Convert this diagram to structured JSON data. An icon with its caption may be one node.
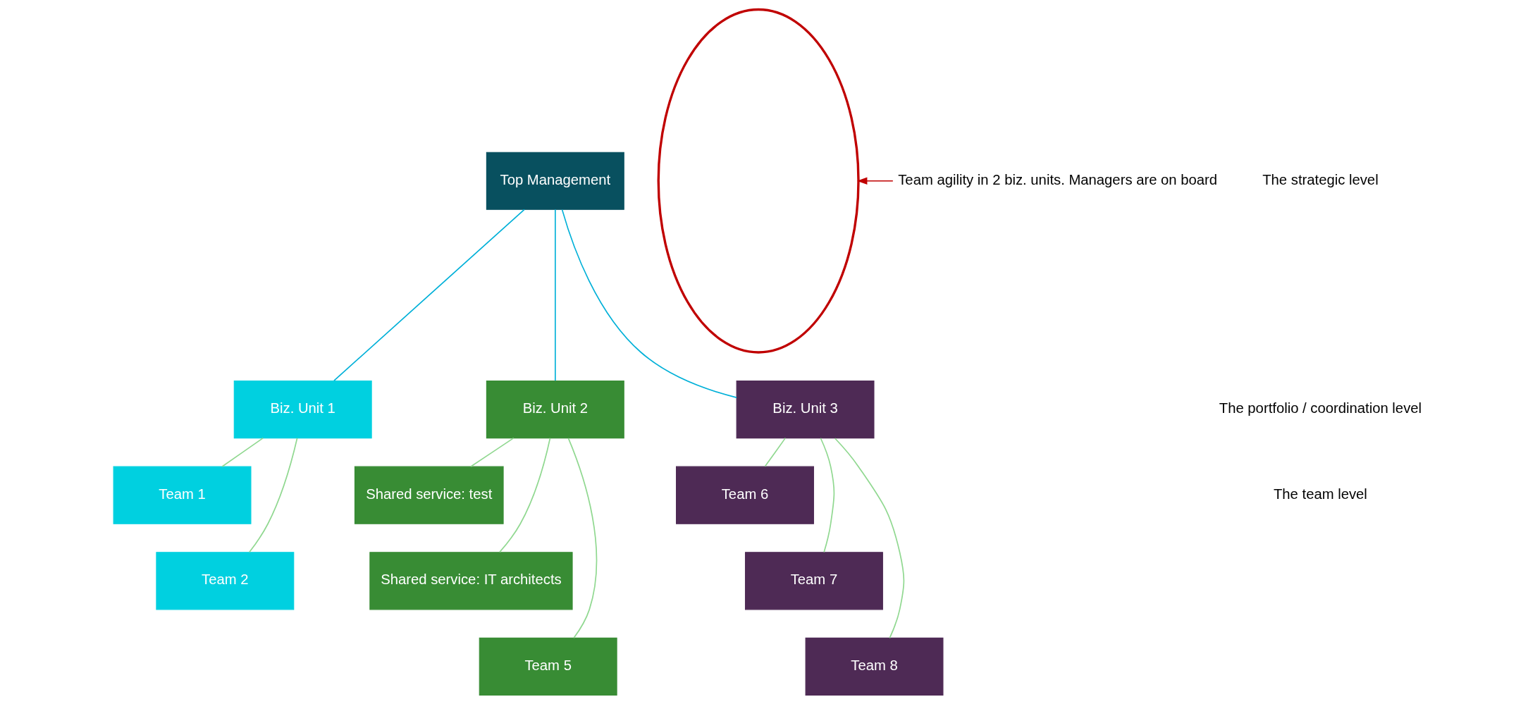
{
  "diagram": {
    "nodes": [
      {
        "text": [
          "Top Management"
        ]
      },
      {
        "text": [
          "Biz. Unit 1"
        ]
      },
      {
        "text": [
          "Biz. Unit 2"
        ]
      },
      {
        "text": [
          "Biz. Unit 3"
        ]
      },
      {
        "text": [
          "Team 1"
        ]
      },
      {
        "text": [
          "Team 2"
        ]
      },
      {
        "text": [
          "Shared service: test"
        ]
      },
      {
        "text": [
          "Shared service: IT architects"
        ]
      },
      {
        "text": [
          "Team 5"
        ]
      },
      {
        "text": [
          "Team 6"
        ]
      },
      {
        "text": [
          "Team 7"
        ]
      },
      {
        "text": [
          "Team 8"
        ]
      },
      {
        "text": [],
        "shape": "ellipse"
      },
      {
        "text": [
          "Team agility in 2 biz. units. Managers are on board"
        ]
      }
    ],
    "edges": [
      {
        "from": 0,
        "to": 1,
        "arrow": "none",
        "color": "#00b0d8"
      },
      {
        "from": 0,
        "to": 2,
        "arrow": "none",
        "color": "#00b0d8"
      },
      {
        "from": 0,
        "to": 3,
        "arrow": "none",
        "color": "#00b0d8"
      },
      {
        "from": 1,
        "to": 4,
        "arrow": "none"
      },
      {
        "from": 1,
        "to": 5,
        "arrow": "none"
      },
      {
        "from": 2,
        "to": 6,
        "arrow": "none"
      },
      {
        "from": 2,
        "to": 7,
        "arrow": "none"
      },
      {
        "from": 2,
        "to": 8,
        "arrow": "none"
      },
      {
        "from": 3,
        "to": 9,
        "arrow": "none"
      },
      {
        "from": 3,
        "to": 10,
        "arrow": "none"
      },
      {
        "from": 3,
        "to": 11,
        "arrow": "none"
      },
      {
        "from": 13,
        "to": 12,
        "arrow": "to",
        "color": "#c00000"
      }
    ],
    "labels": [
      "The strategic level",
      "The portfolio / coordination level",
      "The team level"
    ]
  }
}
